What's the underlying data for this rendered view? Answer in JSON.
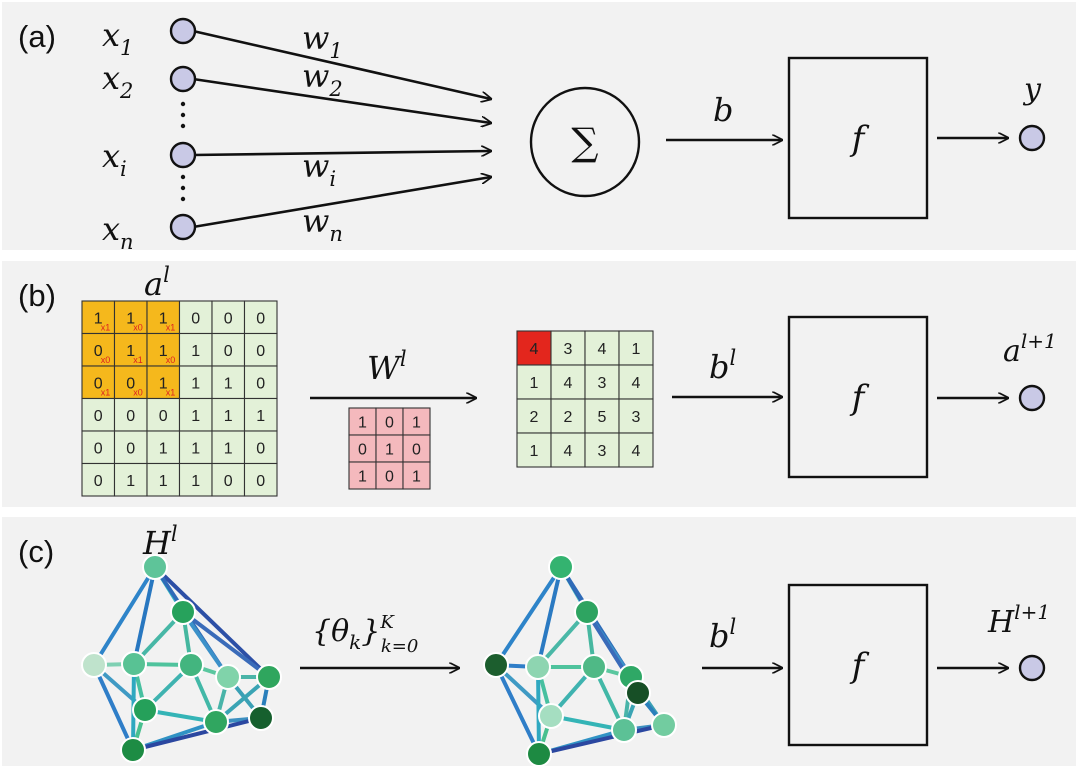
{
  "panel_a": {
    "tag": "(a)",
    "inputs": [
      {
        "base": "x",
        "sub": "1"
      },
      {
        "base": "x",
        "sub": "2"
      },
      {
        "base": "x",
        "sub": "i"
      },
      {
        "base": "x",
        "sub": "n"
      }
    ],
    "weights": [
      {
        "base": "w",
        "sub": "1"
      },
      {
        "base": "w",
        "sub": "2"
      },
      {
        "base": "w",
        "sub": "i"
      },
      {
        "base": "w",
        "sub": "n"
      }
    ],
    "sum_symbol": "∑",
    "bias": "b",
    "activation": "f",
    "output": "y"
  },
  "panel_b": {
    "tag": "(b)",
    "input_label": {
      "base": "a",
      "sup": "l"
    },
    "input_matrix": [
      [
        "1",
        "1",
        "1",
        "0",
        "0",
        "0"
      ],
      [
        "0",
        "1",
        "1",
        "1",
        "0",
        "0"
      ],
      [
        "0",
        "0",
        "1",
        "1",
        "1",
        "0"
      ],
      [
        "0",
        "0",
        "0",
        "1",
        "1",
        "1"
      ],
      [
        "0",
        "0",
        "1",
        "1",
        "1",
        "0"
      ],
      [
        "0",
        "1",
        "1",
        "1",
        "0",
        "0"
      ]
    ],
    "kernel_overlay": [
      [
        "x1",
        "x0",
        "x1"
      ],
      [
        "x0",
        "x1",
        "x0"
      ],
      [
        "x1",
        "x0",
        "x1"
      ]
    ],
    "weight_label": {
      "base": "W",
      "sup": "l"
    },
    "kernel": [
      [
        "1",
        "0",
        "1"
      ],
      [
        "0",
        "1",
        "0"
      ],
      [
        "1",
        "0",
        "1"
      ]
    ],
    "output_matrix": [
      [
        "4",
        "3",
        "4",
        "1"
      ],
      [
        "1",
        "4",
        "3",
        "4"
      ],
      [
        "2",
        "2",
        "5",
        "3"
      ],
      [
        "1",
        "4",
        "3",
        "4"
      ]
    ],
    "bias": {
      "base": "b",
      "sup": "l"
    },
    "activation": "f",
    "output": {
      "base": "a",
      "sup": "l+1"
    }
  },
  "panel_c": {
    "tag": "(c)",
    "input_label": {
      "base": "H",
      "sup": "l"
    },
    "filter_label": {
      "open": "{θ",
      "k": "k",
      "close": "}",
      "sup": "K",
      "sub": "k=0"
    },
    "bias": {
      "base": "b",
      "sup": "l"
    },
    "activation": "f",
    "output": {
      "base": "H",
      "sup": "l+1"
    }
  },
  "colors": {
    "panel_bg": "#f2f2f2",
    "node_fill": "#c9c9e6",
    "highlight_orange": "#f5b81c",
    "cell_green": "#e3f1d8",
    "kernel_pink": "#f4b9bd",
    "hot_red": "#e3261d",
    "overlay_red": "#d22222"
  }
}
